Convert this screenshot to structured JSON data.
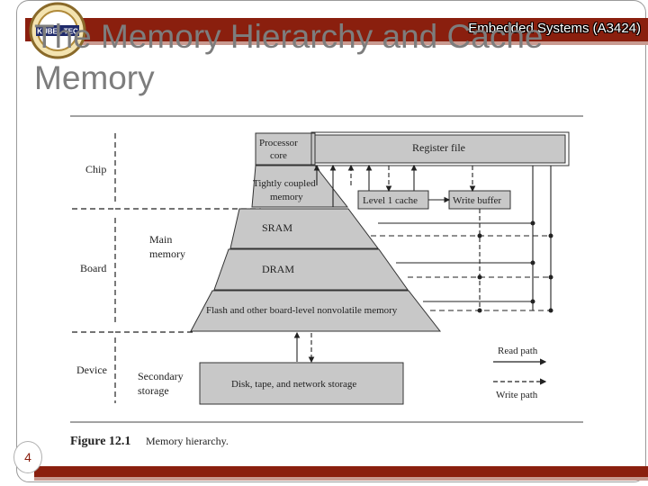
{
  "header": {
    "course": "Embedded Systems (A3424)"
  },
  "slide": {
    "title_line1": "The Memory Hierarchy and Cache",
    "title_line2": "Memory",
    "page_number": "4"
  },
  "colors": {
    "accent": "#8a1f0e",
    "title": "#7d7d7d",
    "box_fill": "#c8c8c8"
  },
  "logo": {
    "text": "KUBEL TEC"
  },
  "diagram": {
    "left_labels": {
      "chip": "Chip",
      "board": "Board",
      "device": "Device"
    },
    "middle_labels": {
      "main_memory_1": "Main",
      "main_memory_2": "memory",
      "secondary_1": "Secondary",
      "secondary_2": "storage"
    },
    "levels": {
      "processor_1": "Processor",
      "processor_2": "core",
      "tcm_1": "Tightly coupled",
      "tcm_2": "memory",
      "sram": "SRAM",
      "dram": "DRAM",
      "flash": "Flash and other board-level nonvolatile memory"
    },
    "boxes": {
      "register_file": "Register file",
      "l1_cache": "Level 1 cache",
      "write_buffer": "Write buffer",
      "storage": "Disk, tape, and network storage"
    },
    "legend": {
      "read": "Read path",
      "write": "Write path"
    },
    "caption_label": "Figure 12.1",
    "caption_text": "Memory hierarchy."
  }
}
